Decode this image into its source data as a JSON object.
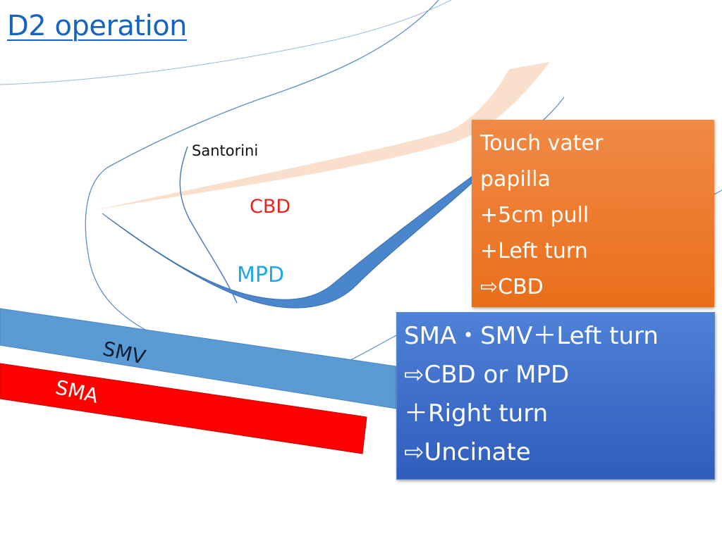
{
  "slide": {
    "title": "D2 operation"
  },
  "labels": {
    "santorini": "Santorini",
    "cbd": "CBD",
    "mpd": "MPD",
    "smv": "SMV",
    "sma": "SMA"
  },
  "orange_box": {
    "lines": [
      "Touch vater",
      "papilla",
      "+5cm pull",
      "+Left turn",
      "⇨CBD"
    ]
  },
  "blue_box": {
    "lines": [
      "SMA・SMV＋Left turn",
      "⇨CBD or MPD",
      "＋Right turn",
      "⇨Uncinate"
    ]
  },
  "colors": {
    "title": "#1565C0",
    "outline": "#5B8FC9",
    "cbd_duct": "#F9DCC8",
    "mpd_duct": "#4A86CC",
    "smv_vessel": "#5B9BD5",
    "sma_vessel": "#FF0000",
    "orange_box": "#EC7424",
    "blue_box": "#3E6FC9"
  }
}
